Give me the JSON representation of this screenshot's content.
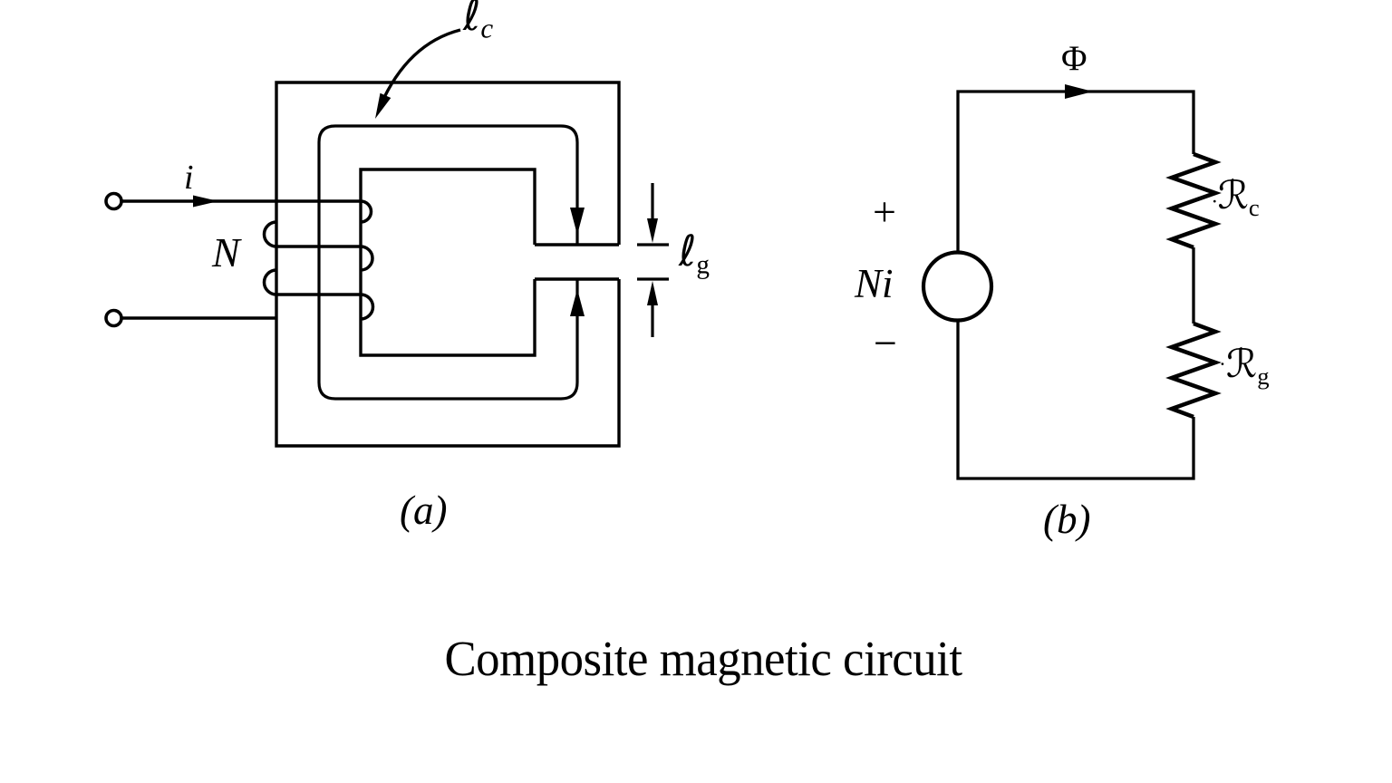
{
  "figure": {
    "caption": "Composite magnetic circuit",
    "colors": {
      "ink": "#000000",
      "background": "#ffffff"
    },
    "panel_a": {
      "tag": "(a)",
      "current_label": "i",
      "turns_label": "N",
      "core_length_label": {
        "base": "ℓ",
        "sub": "c"
      },
      "gap_length_label": {
        "base": "ℓ",
        "sub": "g"
      }
    },
    "panel_b": {
      "tag": "(b)",
      "flux_label": "Φ",
      "source_plus": "+",
      "source_label": "Ni",
      "source_minus": "−",
      "core_reluctance_label": {
        "flourish": ":",
        "base": "ℛ",
        "sub": "c"
      },
      "gap_reluctance_label": {
        "flourish": "·",
        "base": "ℛ",
        "sub": "g"
      }
    }
  }
}
